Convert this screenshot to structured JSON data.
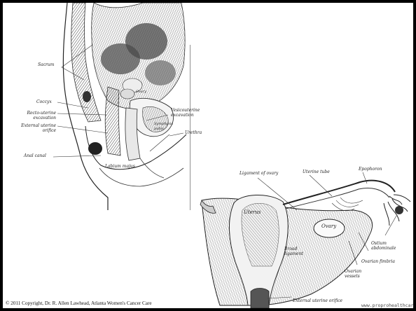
{
  "colors": {
    "frame": "#000000",
    "background": "#ffffff",
    "ink": "#222222",
    "shade": "#6a6a6a"
  },
  "pelvis_labels": {
    "sacrum": "Sacrum",
    "coccyx": "Coccyx",
    "recto_uterine": "Recto-uterine excavation",
    "external_uterine": "External uterine orifice",
    "anal_canal": "Anal canal",
    "vesicouterine": "Vesicouterine excavation",
    "urethra": "Urethra",
    "labium": "Labium majus",
    "symphysis": "Symphysis pubis",
    "ovary": "Ovary"
  },
  "uterus_labels": {
    "ligament_of_ovary": "Ligament of ovary",
    "uterine_tube": "Uterine tube",
    "epoophoron": "Epophoron",
    "uterus": "Uterus",
    "ovary": "Ovary",
    "broad_ligament": "Broad ligament",
    "ostium_abdominale": "Ostium abdominale",
    "ovarian_fimbria": "Ovarian fimbria",
    "ovarian_vessels": "Ovarian vessels",
    "external_orifice": "External uterine orifice"
  },
  "copyright": "© 2011 Copyright, Dr. R. Allen Lawhead, Atlanta Women's Cancer Care",
  "watermark": "www.proprohealthcare.co"
}
